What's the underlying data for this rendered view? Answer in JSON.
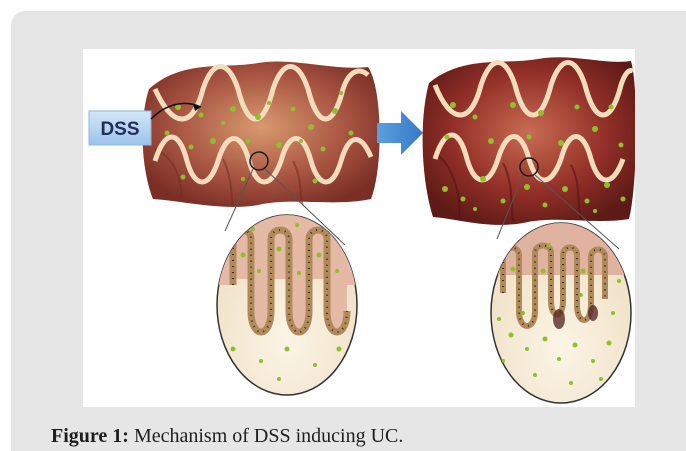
{
  "figure": {
    "label_box_text": "DSS",
    "caption_label": "Figure 1:",
    "caption_text": " Mechanism of DSS inducing UC."
  },
  "colors": {
    "card_background": "#e6e6e6",
    "colon_tissue": "#9b4a3a",
    "mucosa_band": "#f2d9b8",
    "green_particles": "#8fbf2a",
    "arrow": "#4a90d9",
    "label_box": "#b9d6f2"
  }
}
